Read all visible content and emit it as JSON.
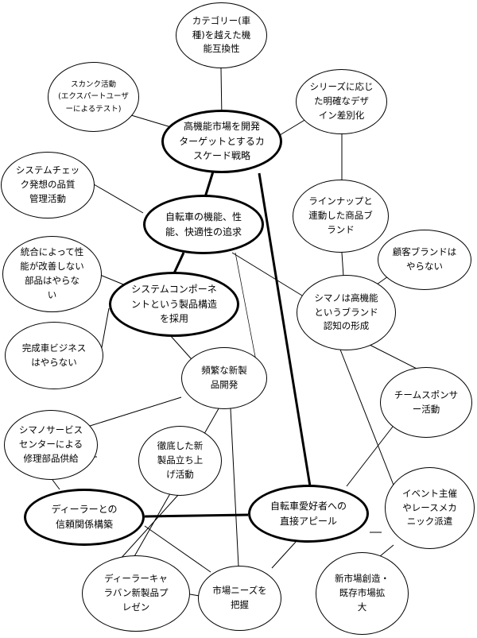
{
  "colors": {
    "line": "#000000",
    "background": "#ffffff",
    "node_fill": "#ffffff"
  },
  "nodes": {
    "n1": {
      "label": "カテゴリー(車\n種)を越えた機\n能互換性"
    },
    "n2": {
      "label": "スカンク活動\n(エクスパートユーザ\nーによるテスト)"
    },
    "n3": {
      "label": "シリーズに応じ\nた明確なデザ\nイン差別化"
    },
    "n4": {
      "label": "高機能市場を開発\nターゲットとするカ\nスケード戦略"
    },
    "n5": {
      "label": "システムチェッ\nク発想の品質\n管理活動"
    },
    "n6": {
      "label": "ラインナップと\n連動した商品ブ\nランド"
    },
    "n7": {
      "label": "自転車の機能、性\n能、快適性の追求"
    },
    "n8": {
      "label": "顧客ブランドは\nやらない"
    },
    "n9": {
      "label": "統合によって性\n能が改善しない\n部品はやらな\nい"
    },
    "n10": {
      "label": "システムコンポーネ\nントという製品構造\nを採用"
    },
    "n11": {
      "label": "シマノは高機能\nというブランド\n認知の形成"
    },
    "n12": {
      "label": "完成車ビジネス\nはやらない"
    },
    "n13": {
      "label": "頻繁な新製\n品開発"
    },
    "n14": {
      "label": "チームスポンサ\nー活動"
    },
    "n15": {
      "label": "シマノサービス\nセンターによる\n修理部品供給"
    },
    "n16": {
      "label": "徹底した新\n製品立ち上\nげ活動"
    },
    "n17": {
      "label": "ディーラーとの\n信頼関係構築"
    },
    "n18": {
      "label": "自転車愛好者への\n直接アピール"
    },
    "n19": {
      "label": "イベント主催\nやレースメカ\nニック派遣"
    },
    "n20": {
      "label": "ディーラーキャ\nラバン新製品プ\nレゼン"
    },
    "n21": {
      "label": "市場ニーズを\n把握"
    },
    "n22": {
      "label": "新市場創造・\n既存市場拡\n大"
    }
  }
}
